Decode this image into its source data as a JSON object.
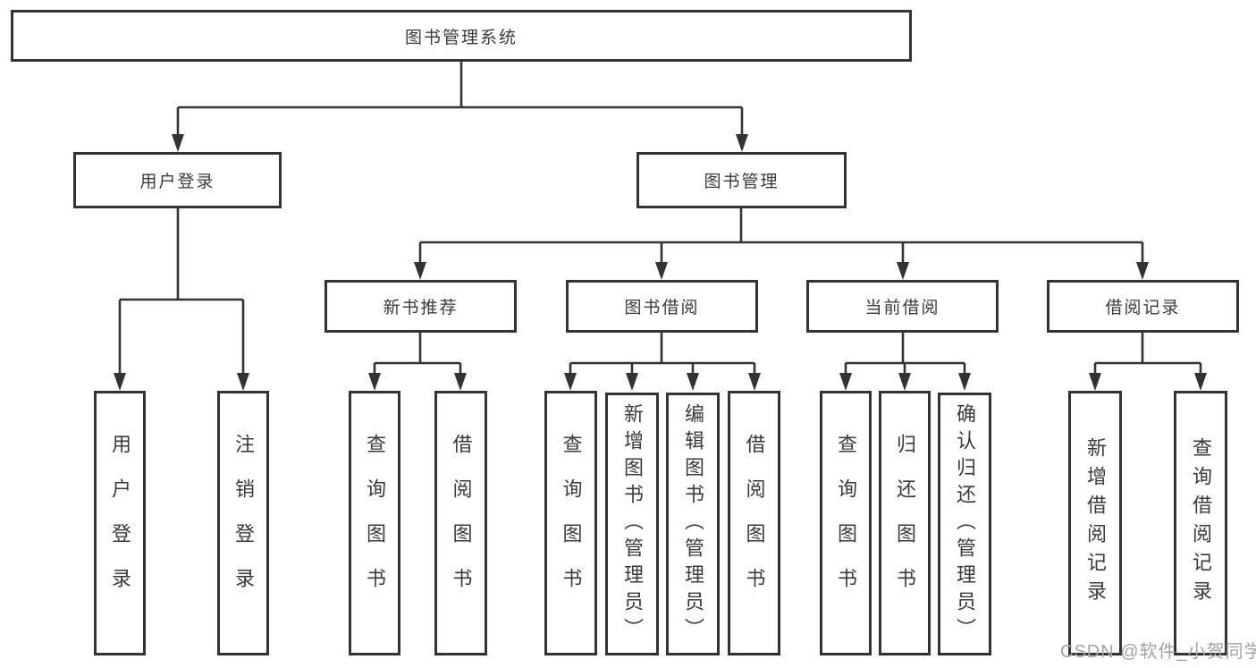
{
  "tree": {
    "root": {
      "label": "图书管理系统"
    },
    "children": [
      {
        "label": "用户登录",
        "children": [
          {
            "label": "用户登录"
          },
          {
            "label": "注销登录"
          }
        ]
      },
      {
        "label": "图书管理",
        "children": [
          {
            "label": "新书推荐",
            "children": [
              {
                "label": "查询图书"
              },
              {
                "label": "借阅图书"
              }
            ]
          },
          {
            "label": "图书借阅",
            "children": [
              {
                "label": "查询图书"
              },
              {
                "label": "新增图书（管理员）"
              },
              {
                "label": "编辑图书（管理员）"
              },
              {
                "label": "借阅图书"
              }
            ]
          },
          {
            "label": "当前借阅",
            "children": [
              {
                "label": "查询图书"
              },
              {
                "label": "归还图书"
              },
              {
                "label": "确认归还（管理员）"
              }
            ]
          },
          {
            "label": "借阅记录",
            "children": [
              {
                "label": "新增借阅记录"
              },
              {
                "label": "查询借阅记录"
              }
            ]
          }
        ]
      }
    ]
  },
  "watermark": {
    "text": "CSDN @软件_小贺同学"
  },
  "colors": {
    "border": "#333333",
    "line": "#333333",
    "text": "#3a3a3a",
    "watermark": "#a3a3a3",
    "background": "#ffffff"
  }
}
